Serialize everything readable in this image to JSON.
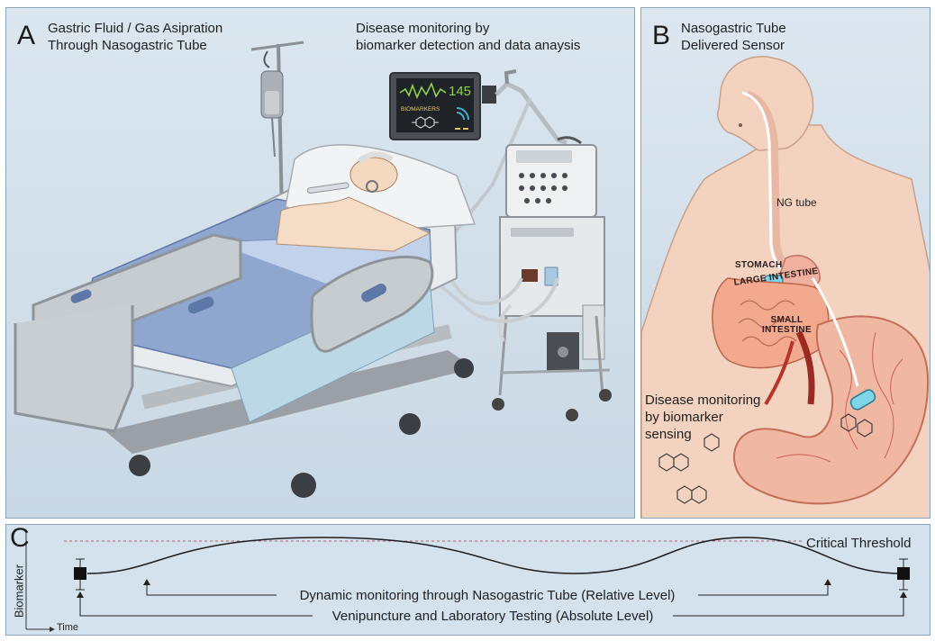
{
  "panel_a": {
    "letter": "A",
    "title_line1": "Gastric Fluid / Gas Asipration",
    "title_line2": "Through Nasogastric Tube",
    "caption_line1": "Disease monitoring by",
    "caption_line2": "biomarker detection and data anaysis",
    "monitor_value": "145",
    "monitor_label": "BIOMARKERS"
  },
  "panel_b": {
    "letter": "B",
    "title_line1": "Nasogastric Tube",
    "title_line2": "Delivered Sensor",
    "ng_tube_label": "NG tube",
    "stomach_label": "STOMACH",
    "large_intestine_label": "LARGE INTESTINE",
    "small_intestine_line1": "SMALL",
    "small_intestine_line2": "INTESTINE",
    "caption_line1": "Disease monitoring",
    "caption_line2": "by biomarker",
    "caption_line3": "sensing"
  },
  "panel_c": {
    "letter": "C",
    "y_axis_label": "Biomarker",
    "x_axis_label": "Time",
    "threshold_label": "Critical Threshold",
    "arrow1_label": "Dynamic monitoring through Nasogastric Tube (Relative Level)",
    "arrow2_label": "Venipuncture and Laboratory Testing (Absolute Level)",
    "threshold_color": "#d9534f"
  }
}
